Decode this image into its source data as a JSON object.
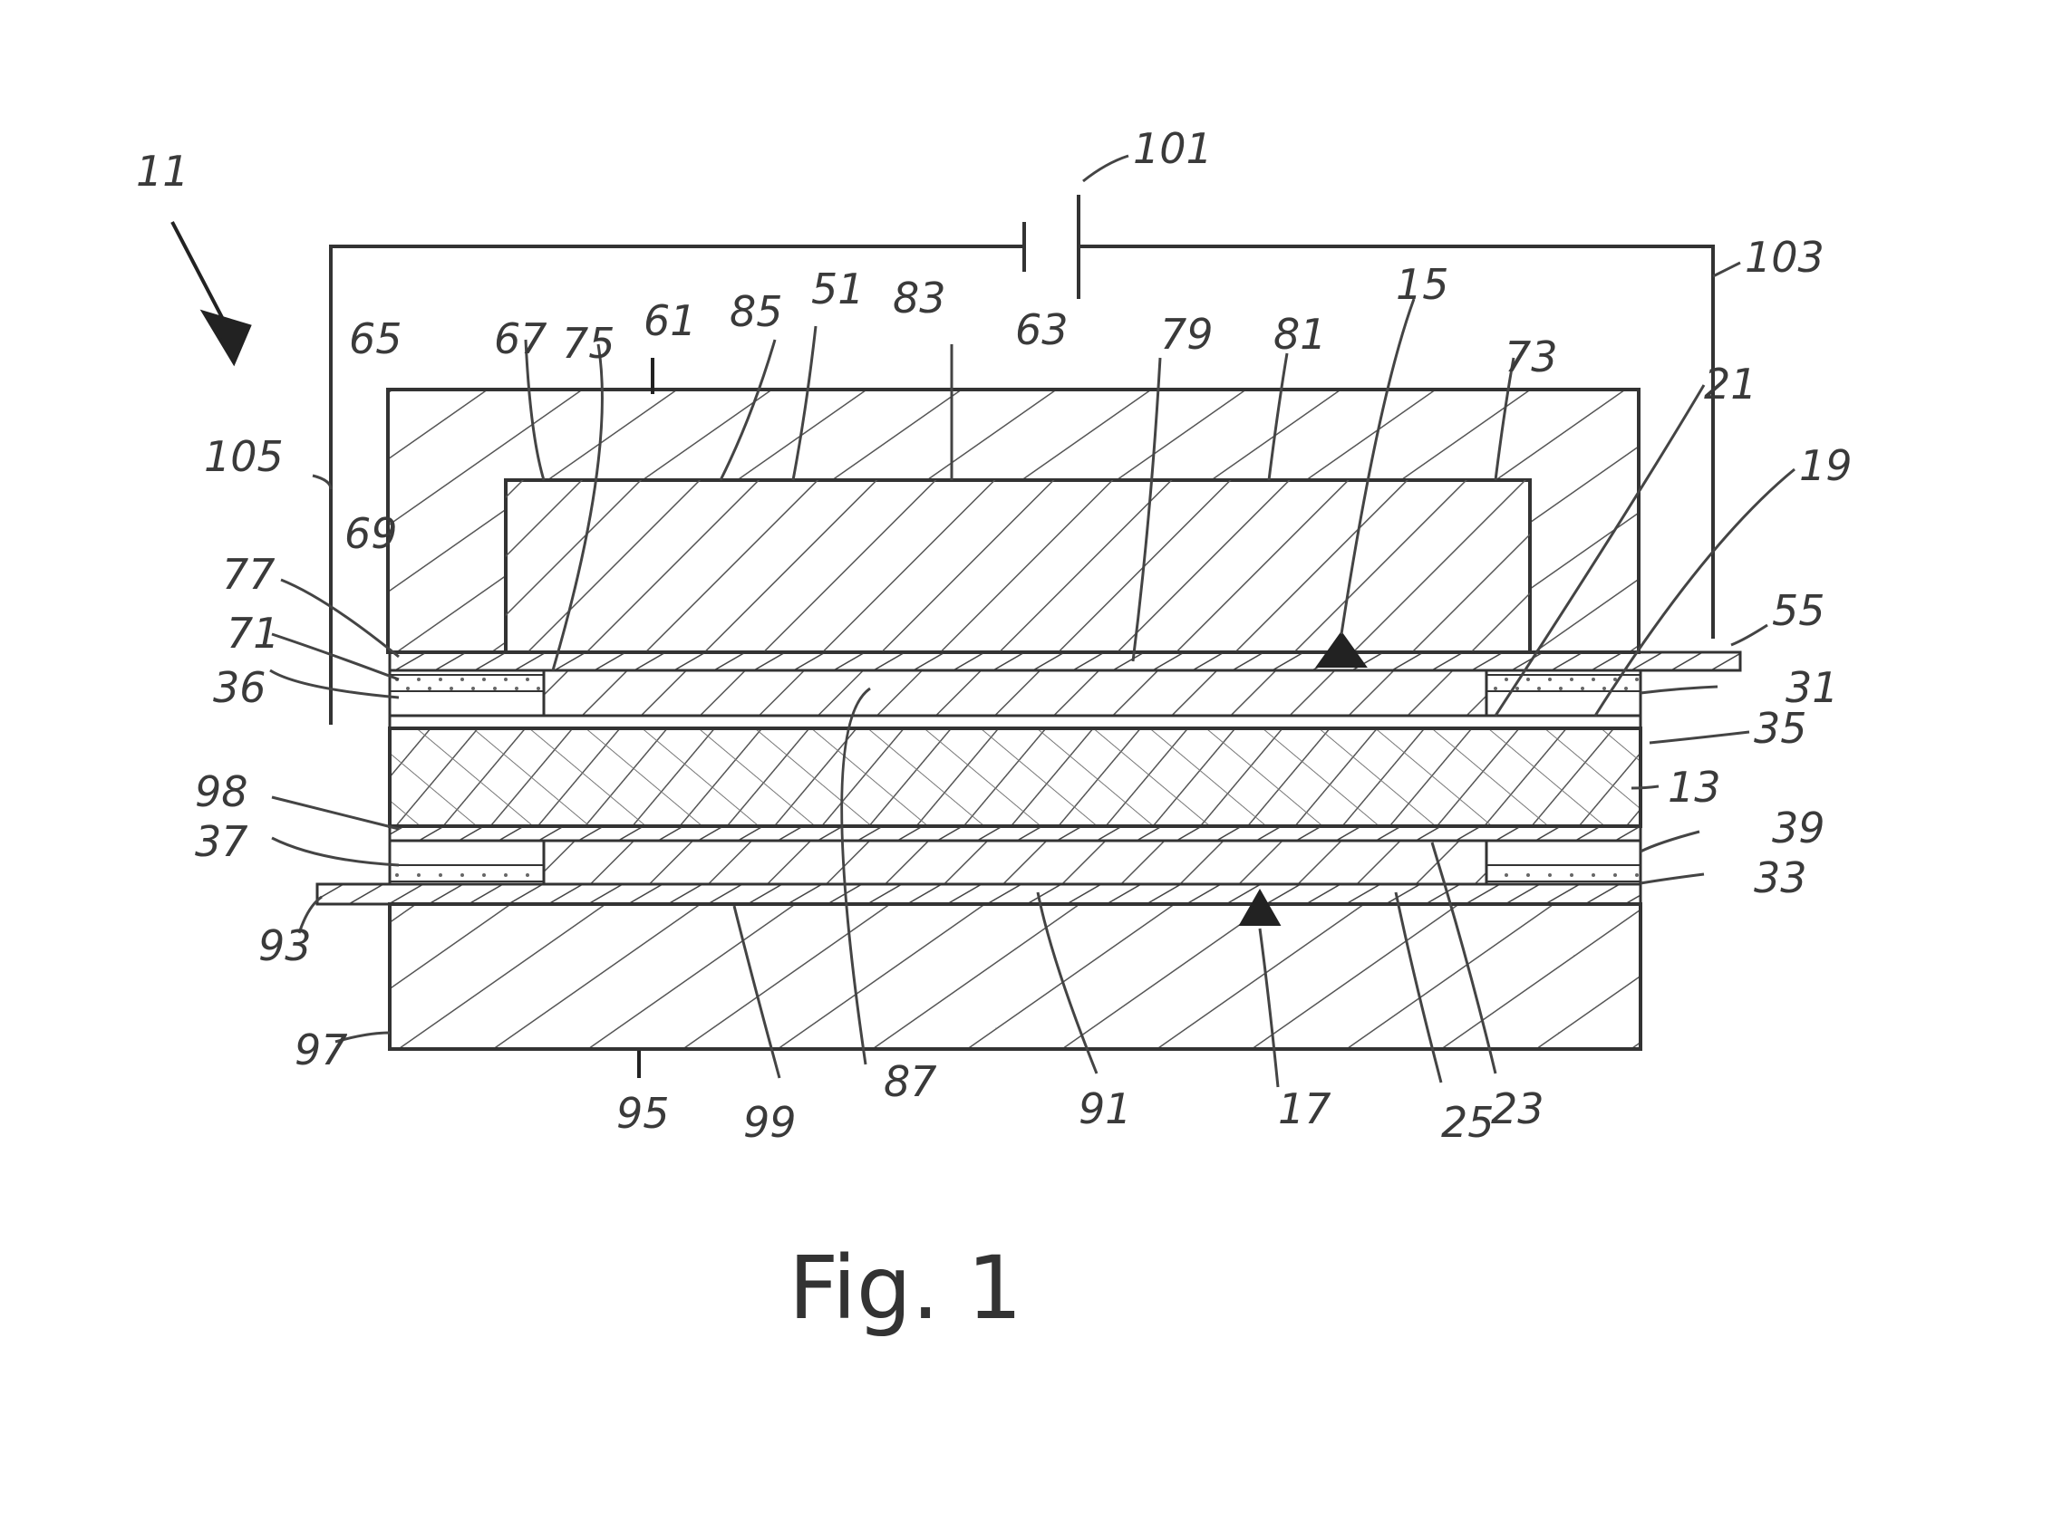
{
  "figure": {
    "caption": "Fig. 1",
    "assembly_label": "11",
    "labels": [
      "101",
      "103",
      "105",
      "61",
      "85",
      "51",
      "83",
      "63",
      "79",
      "81",
      "15",
      "73",
      "21",
      "19",
      "55",
      "65",
      "67",
      "75",
      "69",
      "77",
      "71",
      "36",
      "31",
      "35",
      "13",
      "98",
      "39",
      "37",
      "33",
      "93",
      "97",
      "95",
      "99",
      "87",
      "91",
      "17",
      "25",
      "23"
    ]
  },
  "colors": {
    "ink": "#3a3a3a",
    "hatch": "#555555",
    "paper": "#ffffff"
  }
}
